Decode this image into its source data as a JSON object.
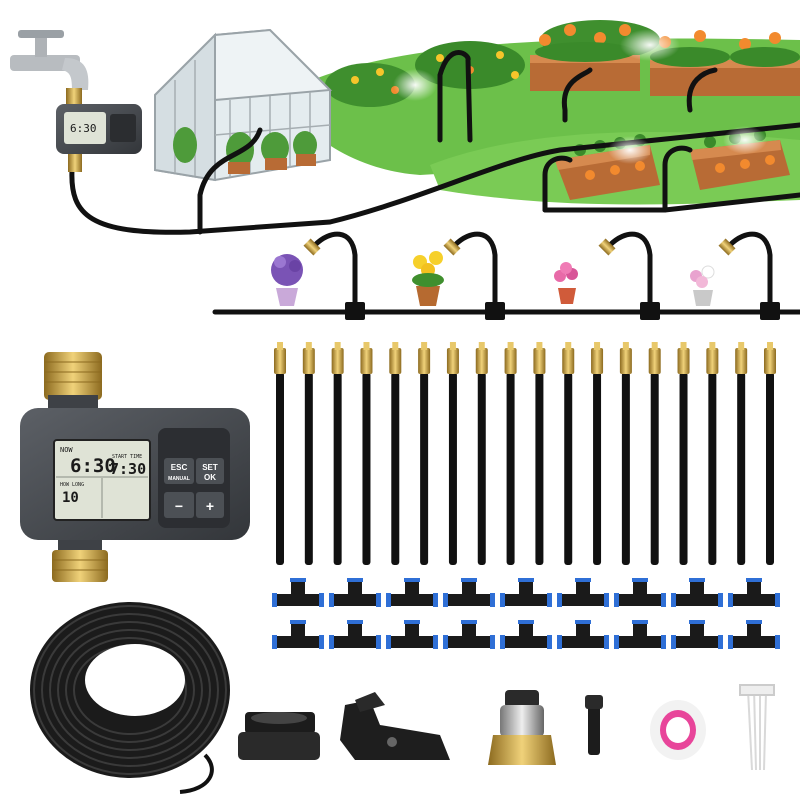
{
  "timer_lcd": {
    "now_label": "NOW",
    "now_time": "6:30",
    "start_label": "START TIME",
    "start_time": "7:30",
    "how_long_label": "HOW LONG",
    "how_long_value": "10"
  },
  "timer_buttons": {
    "esc": "ESC",
    "manual": "MANUAL",
    "set": "SET",
    "ok": "OK",
    "minus": "−",
    "plus": "+"
  },
  "kit_contents": {
    "mister_nozzle_count": 18,
    "tee_connector_count": 18
  },
  "colors": {
    "tube": "#111111",
    "brass": "#c9a24a",
    "timer_body": "#4a4d52",
    "lcd": "#dfe3d6",
    "grass": "#6cc04a",
    "planter": "#b86b35",
    "tape_ring": "#e8459a"
  }
}
